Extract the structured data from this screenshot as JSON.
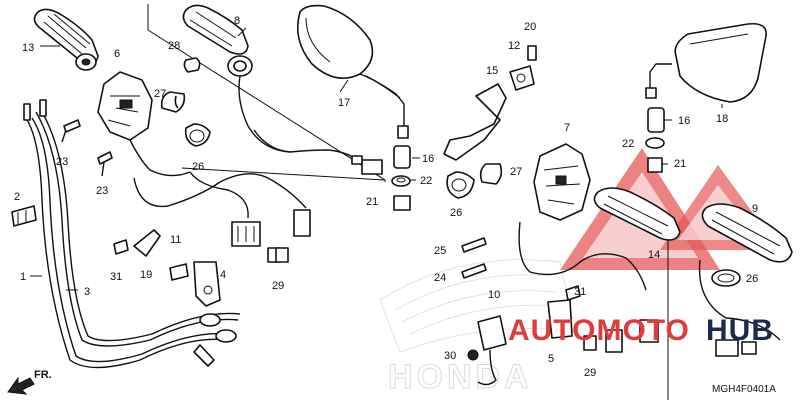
{
  "diagram": {
    "code": "MGH4F0401A",
    "watermark_a": "AUTOMOTO",
    "watermark_b": "HUB",
    "brand_mark": "HONDA",
    "direction_label": "FR.",
    "colors": {
      "ink": "#111111",
      "watermark_red": "#e23b3b",
      "watermark_navy": "#1c2b4a"
    }
  },
  "callouts": [
    {
      "id": "c1",
      "text": "1"
    },
    {
      "id": "c2",
      "text": "2"
    },
    {
      "id": "c3",
      "text": "3"
    },
    {
      "id": "c4",
      "text": "4"
    },
    {
      "id": "c5",
      "text": "5"
    },
    {
      "id": "c6",
      "text": "6"
    },
    {
      "id": "c7",
      "text": "7"
    },
    {
      "id": "c8",
      "text": "8"
    },
    {
      "id": "c9",
      "text": "9"
    },
    {
      "id": "c10",
      "text": "10"
    },
    {
      "id": "c11",
      "text": "11"
    },
    {
      "id": "c12",
      "text": "12"
    },
    {
      "id": "c13",
      "text": "13"
    },
    {
      "id": "c14",
      "text": "14"
    },
    {
      "id": "c15",
      "text": "15"
    },
    {
      "id": "c16a",
      "text": "16"
    },
    {
      "id": "c16b",
      "text": "16"
    },
    {
      "id": "c17",
      "text": "17"
    },
    {
      "id": "c18",
      "text": "18"
    },
    {
      "id": "c19",
      "text": "19"
    },
    {
      "id": "c20",
      "text": "20"
    },
    {
      "id": "c21a",
      "text": "21"
    },
    {
      "id": "c21b",
      "text": "21"
    },
    {
      "id": "c22a",
      "text": "22"
    },
    {
      "id": "c22b",
      "text": "22"
    },
    {
      "id": "c23a",
      "text": "23"
    },
    {
      "id": "c23b",
      "text": "23"
    },
    {
      "id": "c24",
      "text": "24"
    },
    {
      "id": "c25",
      "text": "25"
    },
    {
      "id": "c26a",
      "text": "26"
    },
    {
      "id": "c26b",
      "text": "26"
    },
    {
      "id": "c26c",
      "text": "26"
    },
    {
      "id": "c27a",
      "text": "27"
    },
    {
      "id": "c27b",
      "text": "27"
    },
    {
      "id": "c28",
      "text": "28"
    },
    {
      "id": "c29a",
      "text": "29"
    },
    {
      "id": "c29b",
      "text": "29"
    },
    {
      "id": "c30",
      "text": "30"
    },
    {
      "id": "c31a",
      "text": "31"
    },
    {
      "id": "c31b",
      "text": "31"
    }
  ]
}
